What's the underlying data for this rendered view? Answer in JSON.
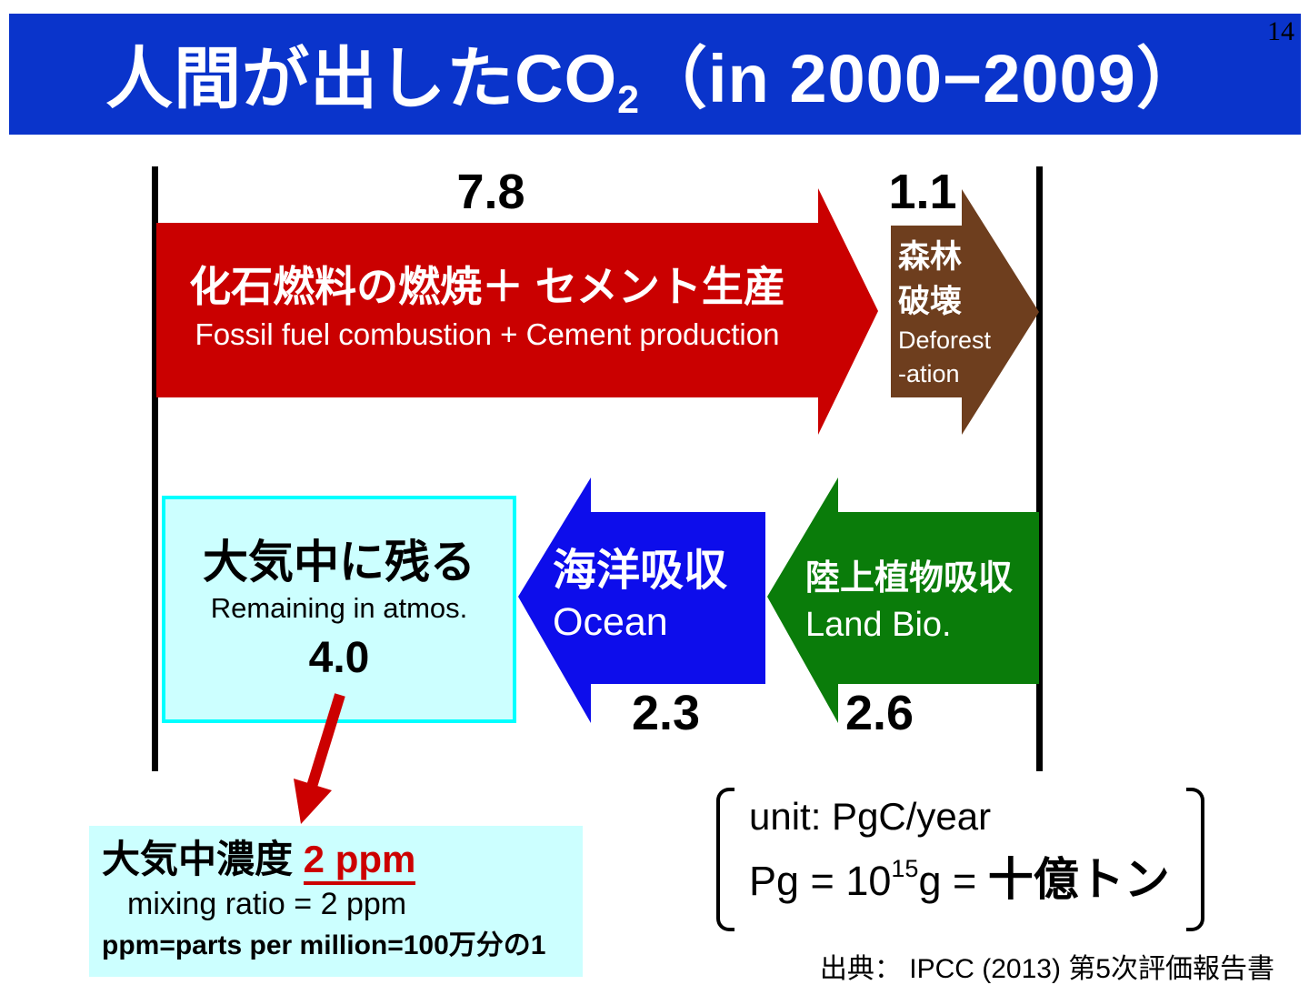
{
  "page_number": "14",
  "title": {
    "main": "人間が出したCO",
    "subscript": "2",
    "suffix": "（in 2000−2009）"
  },
  "flows": {
    "fossil": {
      "value": "7.8",
      "label_jp": "化石燃料の燃焼＋ セメント生産",
      "label_en": "Fossil fuel combustion + Cement production"
    },
    "deforestation": {
      "value": "1.1",
      "label_jp_line1": "森林",
      "label_jp_line2": "破壊",
      "label_en_line1": "Deforest",
      "label_en_line2": "-ation"
    },
    "ocean": {
      "value": "2.3",
      "label_jp": "海洋吸収",
      "label_en": "Ocean"
    },
    "land_bio": {
      "value": "2.6",
      "label_jp": "陸上植物吸収",
      "label_en": "Land Bio."
    },
    "remaining_atmosphere": {
      "value": "4.0",
      "label_jp": "大気中に残る",
      "label_en": "Remaining in atmos."
    }
  },
  "concentration_note": {
    "label_jp": "大気中濃度 ",
    "highlight": "2 ppm",
    "line2": "mixing ratio = 2 ppm",
    "line3": "ppm=parts per million=100万分の1"
  },
  "unit_note": {
    "line1": "unit: PgC/year",
    "line2_prefix": "Pg = 10",
    "line2_superscript": "15",
    "line2_mid": "g = ",
    "line2_jp": "十億トン"
  },
  "source": "出典： IPCC (2013) 第5次評価報告書",
  "colors": {
    "title_bar": "#0A34CB",
    "fossil_arrow": "#CA0000",
    "deforestation_arrow": "#6E3E1E",
    "ocean_arrow": "#0D0DEB",
    "land_bio_arrow": "#0A7C0A",
    "pointer_arrow": "#CC0000",
    "highlight_red": "#CC0000",
    "note_box_fill": "#CCFFFF",
    "note_box_border": "#00FFFF"
  }
}
